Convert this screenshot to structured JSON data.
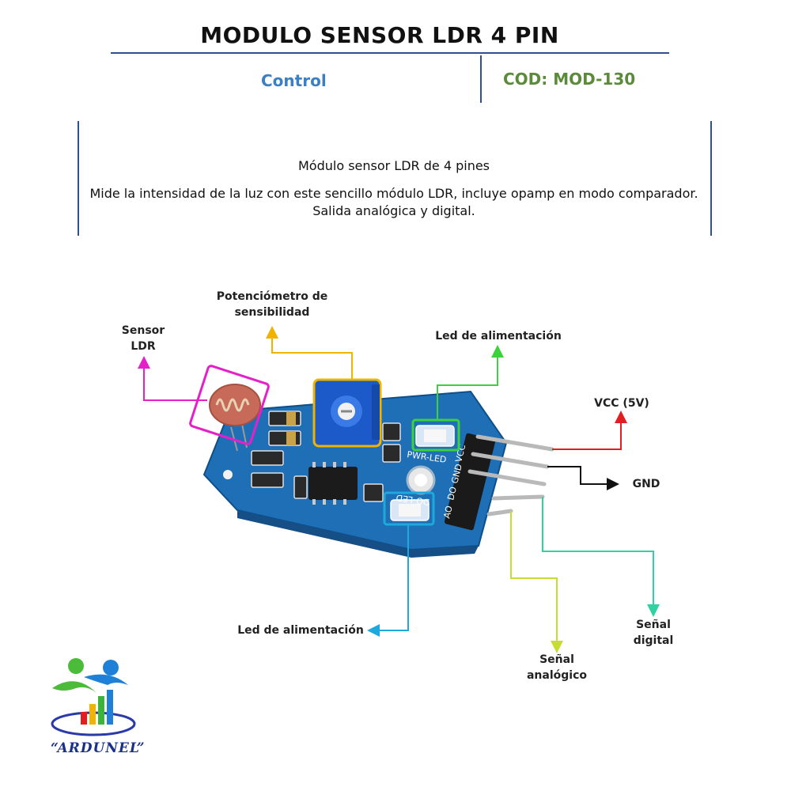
{
  "header": {
    "title": "MODULO SENSOR LDR 4 PIN",
    "category": "Control",
    "code": "COD: MOD-130"
  },
  "description": {
    "heading": "Módulo sensor LDR de 4 pines",
    "body": "Mide la intensidad de la luz con este sencillo módulo LDR, incluye opamp en modo comparador.  Salida analógica  y digital."
  },
  "labels": {
    "ldr_line1": "Sensor",
    "ldr_line2": "LDR",
    "pot_line1": "Potenciómetro de",
    "pot_line2": "sensibilidad",
    "pwr_led": "Led de alimentación",
    "vcc": "VCC (5V)",
    "gnd": "GND",
    "signal_led": "Led de alimentación",
    "analog_line1": "Señal",
    "analog_line2": "analógico",
    "digital_line1": "Señal",
    "digital_line2": "digital"
  },
  "board": {
    "silk_pwr": "PWR-LED",
    "silk_do": "DO-LED",
    "pins": [
      "VCC",
      "GND",
      "DO",
      "AO"
    ]
  },
  "logo": {
    "text": "“ARDUNEL”"
  },
  "colors": {
    "ldr": "#e620c8",
    "pot": "#f0b400",
    "pwr_led": "#3cd23c",
    "vcc": "#e02020",
    "gnd": "#111111",
    "signal_led": "#1fa8dc",
    "analog": "#c8dc32",
    "digital": "#2fd2a0",
    "board": "#1e6fb5"
  }
}
